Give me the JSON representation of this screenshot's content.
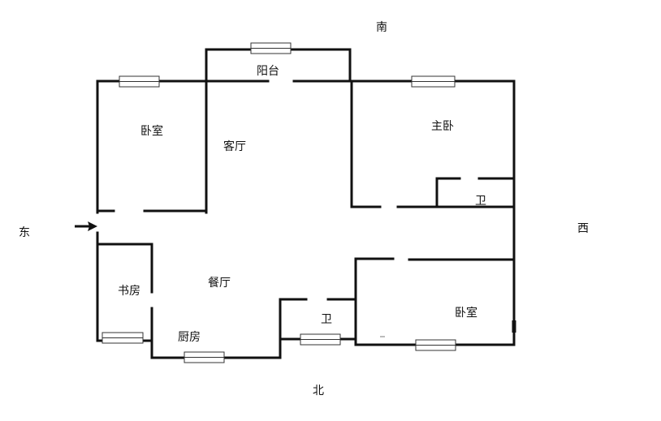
{
  "directions": {
    "south": "南",
    "north": "北",
    "east": "东",
    "west": "西"
  },
  "rooms": {
    "balcony": "阳台",
    "bedroom_ne": "卧室",
    "living_room": "客厅",
    "master_bedroom": "主卧",
    "bathroom_master": "卫",
    "study": "书房",
    "dining_room": "餐厅",
    "bathroom_small": "卫",
    "bedroom_sw": "卧室",
    "kitchen": "厨房"
  },
  "colors": {
    "wall": "#111111",
    "window": "#333333",
    "background": "#ffffff"
  }
}
